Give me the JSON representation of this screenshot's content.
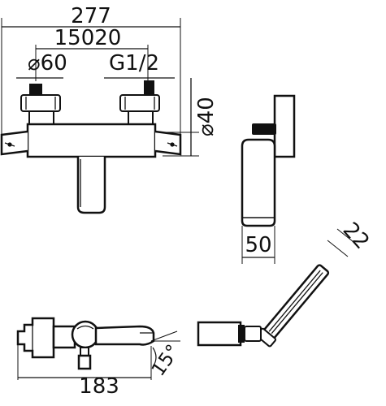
{
  "dimensions": {
    "overall_width": "277",
    "center_distance": "150",
    "center_tolerance": "20",
    "connection_diameter": "⌀60",
    "thread": "G1/2",
    "body_diameter": "⌀40",
    "side_depth": "50",
    "shower_handle": "22",
    "spout_length": "183",
    "spout_angle": "15°"
  }
}
